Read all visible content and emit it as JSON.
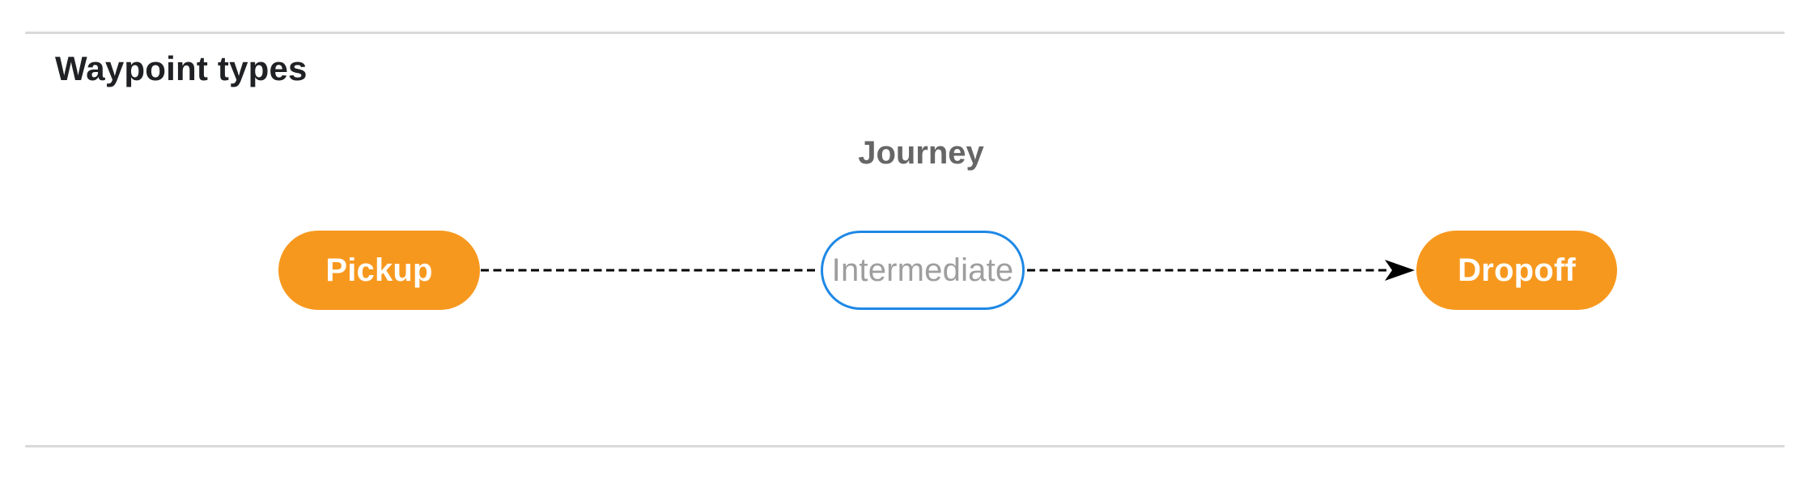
{
  "page": {
    "title": "Waypoint types"
  },
  "diagram": {
    "title": "Journey",
    "nodes": [
      {
        "id": "pickup",
        "label": "Pickup",
        "type": "endpoint"
      },
      {
        "id": "intermediate",
        "label": "Intermediate",
        "type": "intermediate"
      },
      {
        "id": "dropoff",
        "label": "Dropoff",
        "type": "endpoint"
      }
    ],
    "edges": [
      {
        "from": "pickup",
        "to": "intermediate",
        "style": "dashed",
        "arrowhead": false
      },
      {
        "from": "intermediate",
        "to": "dropoff",
        "style": "dashed",
        "arrowhead": true
      }
    ]
  },
  "theme": {
    "orange": "#f7981e",
    "blue": "#1e88e5",
    "node-gray": "#9e9e9e",
    "journey-gray": "#666666",
    "divider": "#d9d9d9",
    "arrow": "#000000",
    "heading": "#202124"
  }
}
